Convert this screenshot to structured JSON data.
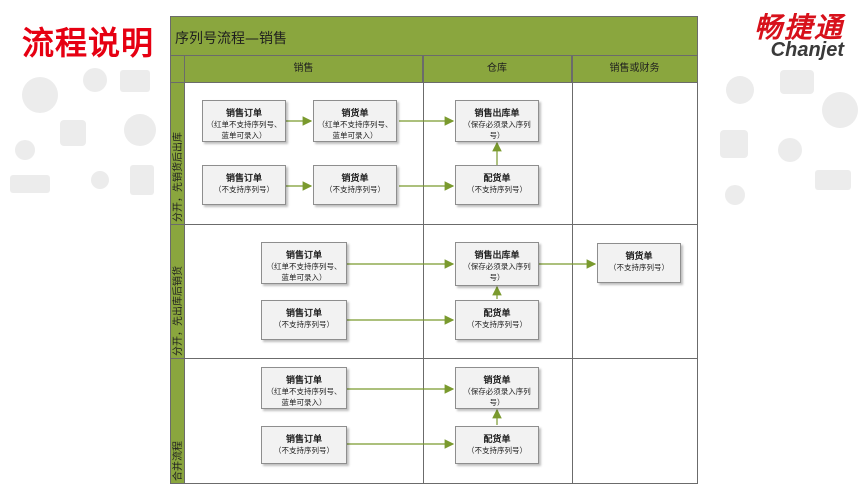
{
  "slide_title": "流程说明",
  "logo": {
    "cn": "畅捷通",
    "en": "Chanjet"
  },
  "diagram": {
    "title": "序列号流程—销售",
    "columns": [
      "销售",
      "仓库",
      "销售或财务"
    ],
    "lanes": [
      "分开，先销货后出库",
      "分开，先出库后销货",
      "合并流程"
    ],
    "boxes": {
      "l1_order_a": {
        "title": "销售订单",
        "sub": "（红单不支持序列号、蓝单可录入）"
      },
      "l1_delivery_a": {
        "title": "销货单",
        "sub": "（红单不支持序列号、蓝单可录入）"
      },
      "l1_outbound": {
        "title": "销售出库单",
        "sub": "（保存必须录入序列号）"
      },
      "l1_order_b": {
        "title": "销售订单",
        "sub": "（不支持序列号）"
      },
      "l1_delivery_b": {
        "title": "销货单",
        "sub": "（不支持序列号）"
      },
      "l1_dispatch": {
        "title": "配货单",
        "sub": "（不支持序列号）"
      },
      "l2_order_a": {
        "title": "销售订单",
        "sub": "（红单不支持序列号、蓝单可录入）"
      },
      "l2_outbound": {
        "title": "销售出库单",
        "sub": "（保存必须录入序列号）"
      },
      "l2_delivery": {
        "title": "销货单",
        "sub": "（不支持序列号）"
      },
      "l2_order_b": {
        "title": "销售订单",
        "sub": "（不支持序列号）"
      },
      "l2_dispatch": {
        "title": "配货单",
        "sub": "（不支持序列号）"
      },
      "l3_order_a": {
        "title": "销售订单",
        "sub": "（红单不支持序列号、蓝单可录入）"
      },
      "l3_delivery": {
        "title": "销货单",
        "sub": "（保存必须录入序列号）"
      },
      "l3_order_b": {
        "title": "销售订单",
        "sub": "（不支持序列号）"
      },
      "l3_dispatch": {
        "title": "配货单",
        "sub": "（不支持序列号）"
      }
    }
  },
  "colors": {
    "accent": "#8aa63e",
    "arrow": "#7a9a2e",
    "title_red": "#e60012"
  }
}
